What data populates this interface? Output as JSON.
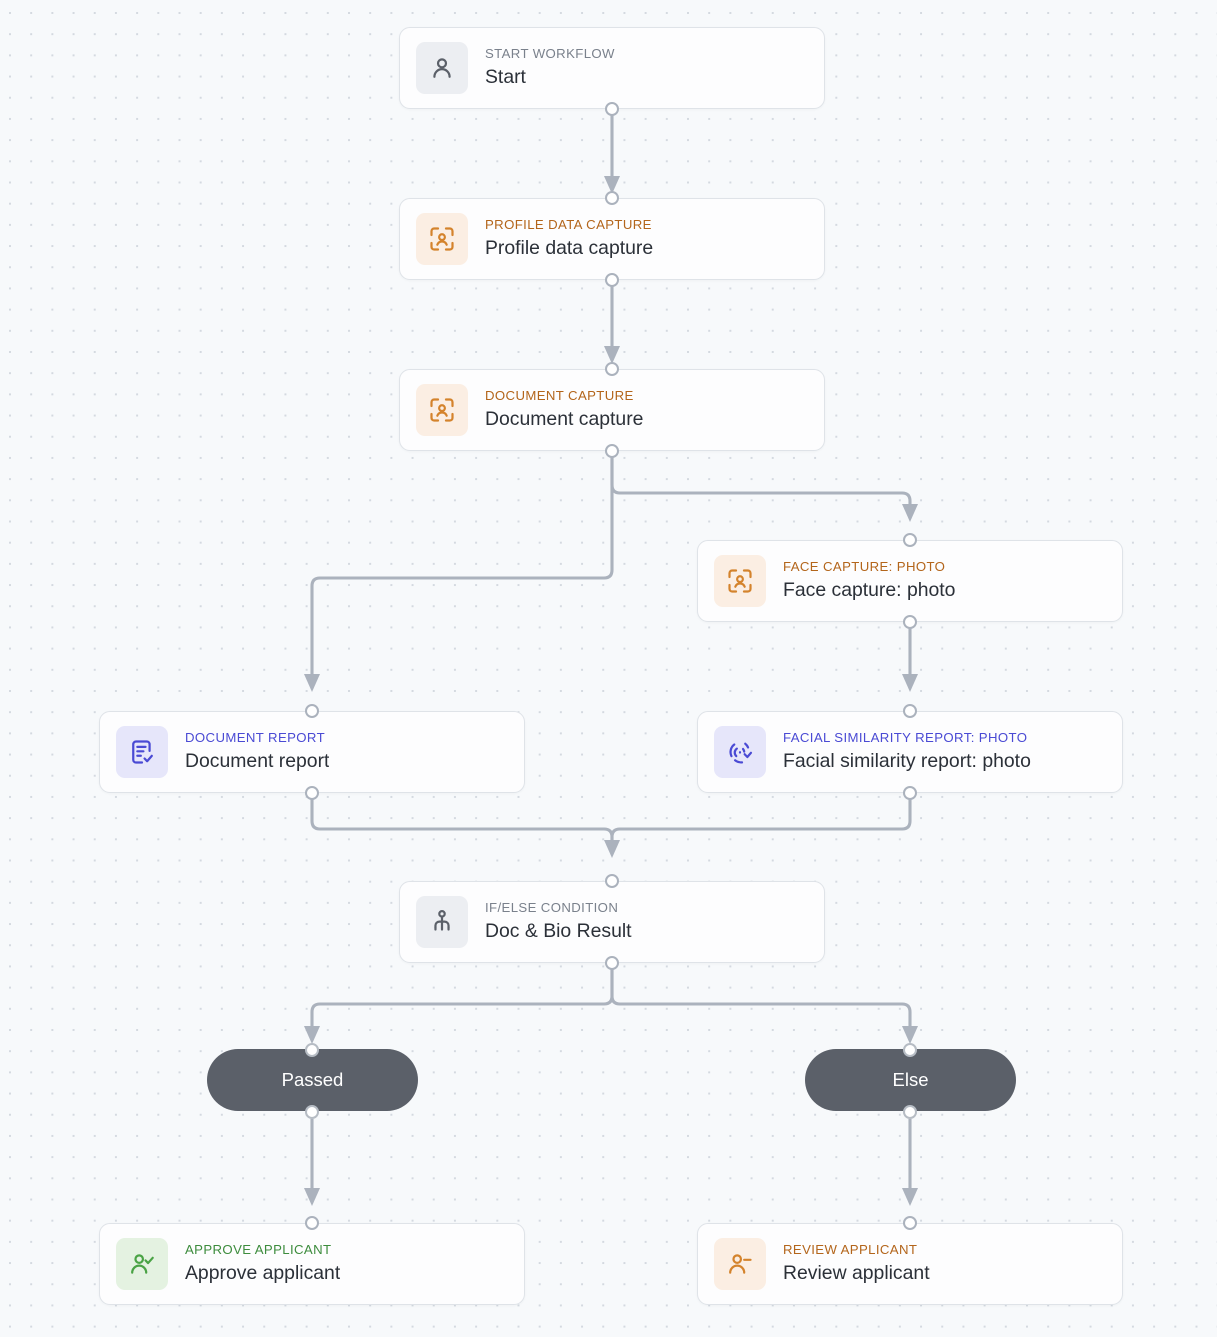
{
  "canvas": {
    "background_color": "#f7f9fb",
    "grid": "dot-grid",
    "grid_dot_color": "#d4d9e0"
  },
  "palette": {
    "node_background": "#fdfdfe",
    "node_border": "#dfe3e8",
    "connector": "#abb2bd",
    "pill_background": "#5b6069",
    "pill_text": "#ffffff",
    "kicker_grey": "#7a818c",
    "kicker_orange": "#b3651b",
    "kicker_indigo": "#4a4ad4",
    "kicker_green": "#3d8c3d",
    "tile_grey": "#eceef2",
    "tile_orange": "#fbeee3",
    "tile_indigo": "#e6e6fa",
    "tile_green": "#e4f2e1",
    "title_text": "#2b3038"
  },
  "nodes": [
    {
      "id": "start",
      "kicker": "START WORKFLOW",
      "title": "Start",
      "icon": "person-icon",
      "theme": "grey"
    },
    {
      "id": "profile_data_capture",
      "kicker": "PROFILE DATA CAPTURE",
      "title": "Profile data capture",
      "icon": "person-scan-icon",
      "theme": "orange"
    },
    {
      "id": "document_capture",
      "kicker": "DOCUMENT CAPTURE",
      "title": "Document capture",
      "icon": "person-scan-icon",
      "theme": "orange"
    },
    {
      "id": "face_capture_photo",
      "kicker": "FACE CAPTURE: PHOTO",
      "title": "Face capture: photo",
      "icon": "person-scan-icon",
      "theme": "orange"
    },
    {
      "id": "document_report",
      "kicker": "DOCUMENT REPORT",
      "title": "Document report",
      "icon": "document-check-icon",
      "theme": "indigo"
    },
    {
      "id": "facial_similarity_report_photo",
      "kicker": "FACIAL SIMILARITY REPORT: PHOTO",
      "title": "Facial similarity report: photo",
      "icon": "fingerprint-check-icon",
      "theme": "indigo"
    },
    {
      "id": "doc_bio_result",
      "kicker": "IF/ELSE CONDITION",
      "title": "Doc & Bio Result",
      "icon": "branch-icon",
      "theme": "grey"
    },
    {
      "id": "approve_applicant",
      "kicker": "APPROVE APPLICANT",
      "title": "Approve applicant",
      "icon": "person-check-icon",
      "theme": "green"
    },
    {
      "id": "review_applicant",
      "kicker": "REVIEW APPLICANT",
      "title": "Review applicant",
      "icon": "person-minus-icon",
      "theme": "orange"
    }
  ],
  "branches": [
    {
      "id": "passed",
      "label": "Passed"
    },
    {
      "id": "else",
      "label": "Else"
    }
  ]
}
